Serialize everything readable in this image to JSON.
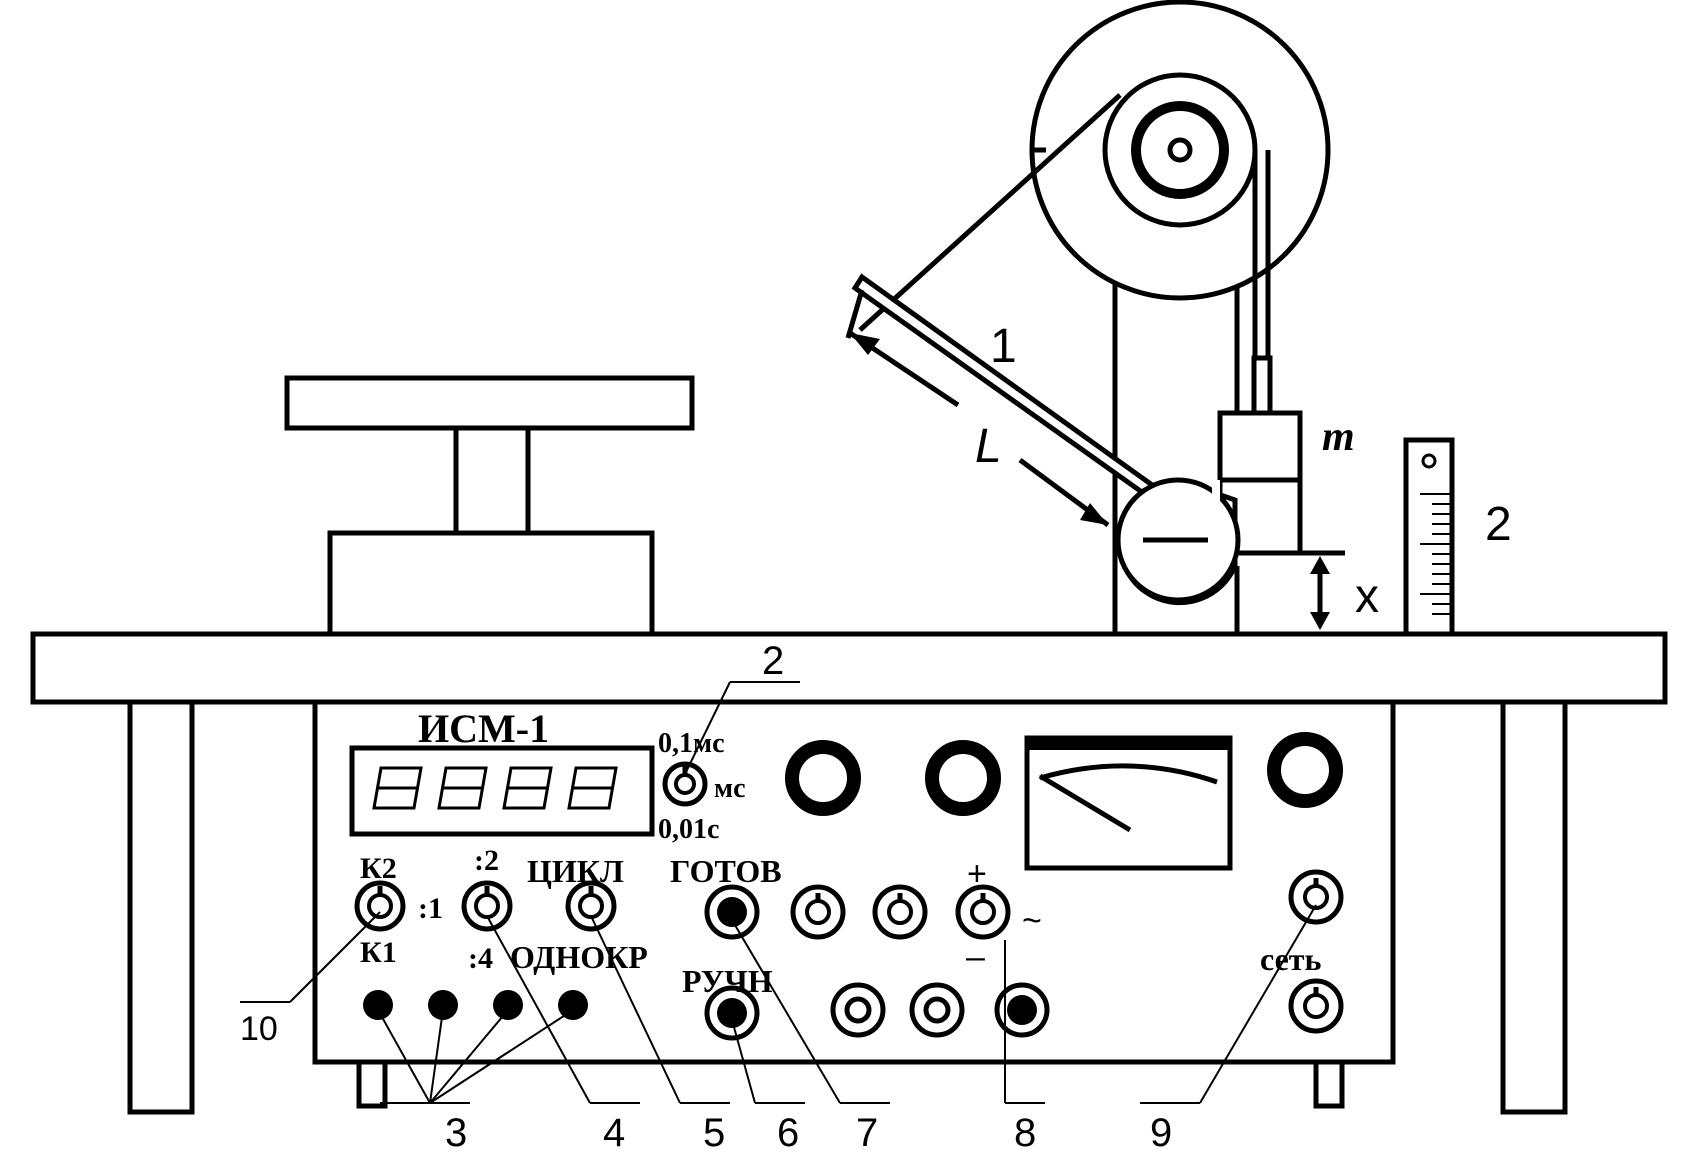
{
  "device": {
    "name": "ИСМ-1",
    "time_units": [
      "0,1мс",
      "мс",
      "0,01с"
    ],
    "labels": {
      "k2": "К2",
      "k1": "К1",
      "div1": ":1",
      "div2": ":2",
      "div4": ":4",
      "cycle": "ЦИКЛ",
      "ready": "ГОТОВ",
      "single": "ОДНОКР",
      "manual": "РУЧН",
      "plus": "+",
      "minus": "–",
      "ac": "~",
      "mains": "сеть"
    }
  },
  "apparatus": {
    "label_1": "1",
    "label_2": "2",
    "label_L": "L",
    "label_m": "m",
    "label_x": "x"
  },
  "callouts": [
    "2",
    "3",
    "4",
    "5",
    "6",
    "7",
    "8",
    "9",
    "10"
  ]
}
